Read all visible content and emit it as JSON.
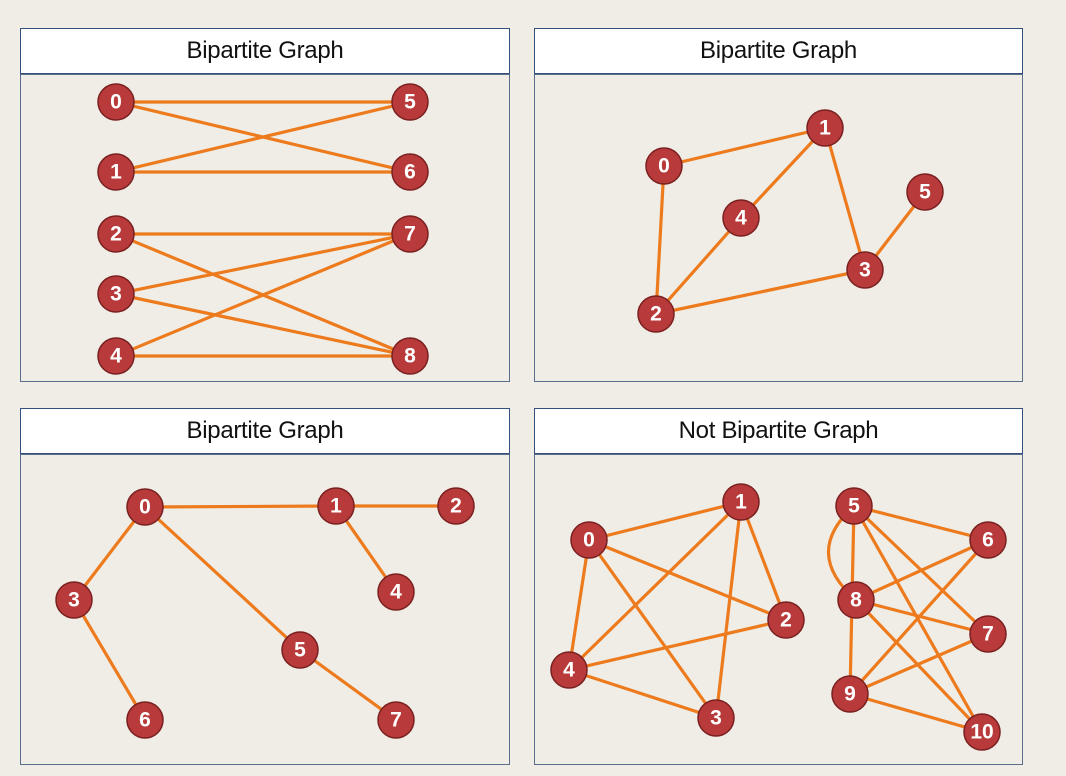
{
  "colors": {
    "edge": "#ed7b1e",
    "node": "#b83a3a",
    "node_label": "#ffffff",
    "title_bg": "#ffffff",
    "title_border": "#34507e"
  },
  "panels": [
    {
      "title": "Bipartite Graph",
      "nodes": [
        "0",
        "1",
        "2",
        "3",
        "4",
        "5",
        "6",
        "7",
        "8"
      ],
      "edges": [
        [
          "0",
          "5"
        ],
        [
          "0",
          "6"
        ],
        [
          "1",
          "5"
        ],
        [
          "1",
          "6"
        ],
        [
          "2",
          "7"
        ],
        [
          "2",
          "8"
        ],
        [
          "3",
          "7"
        ],
        [
          "3",
          "8"
        ],
        [
          "4",
          "7"
        ],
        [
          "4",
          "8"
        ]
      ]
    },
    {
      "title": "Bipartite Graph",
      "nodes": [
        "0",
        "1",
        "2",
        "3",
        "4",
        "5"
      ],
      "edges": [
        [
          "0",
          "1"
        ],
        [
          "0",
          "2"
        ],
        [
          "1",
          "4"
        ],
        [
          "1",
          "3"
        ],
        [
          "4",
          "2"
        ],
        [
          "2",
          "3"
        ],
        [
          "3",
          "5"
        ]
      ]
    },
    {
      "title": "Bipartite Graph",
      "nodes": [
        "0",
        "1",
        "2",
        "3",
        "4",
        "5",
        "6",
        "7"
      ],
      "edges": [
        [
          "0",
          "1"
        ],
        [
          "1",
          "2"
        ],
        [
          "0",
          "3"
        ],
        [
          "0",
          "5"
        ],
        [
          "1",
          "4"
        ],
        [
          "3",
          "6"
        ],
        [
          "5",
          "7"
        ]
      ]
    },
    {
      "title": "Not Bipartite Graph",
      "nodes": [
        "0",
        "1",
        "2",
        "3",
        "4",
        "5",
        "6",
        "7",
        "8",
        "9",
        "10"
      ],
      "edges": [
        [
          "0",
          "1"
        ],
        [
          "0",
          "2"
        ],
        [
          "0",
          "3"
        ],
        [
          "0",
          "4"
        ],
        [
          "1",
          "4"
        ],
        [
          "1",
          "3"
        ],
        [
          "1",
          "2"
        ],
        [
          "4",
          "2"
        ],
        [
          "4",
          "3"
        ],
        [
          "5",
          "8",
          "curved"
        ],
        [
          "5",
          "6"
        ],
        [
          "5",
          "7"
        ],
        [
          "5",
          "10"
        ],
        [
          "5",
          "9"
        ],
        [
          "8",
          "6"
        ],
        [
          "8",
          "7"
        ],
        [
          "8",
          "10"
        ],
        [
          "9",
          "6"
        ],
        [
          "9",
          "7"
        ],
        [
          "9",
          "10"
        ]
      ]
    }
  ]
}
